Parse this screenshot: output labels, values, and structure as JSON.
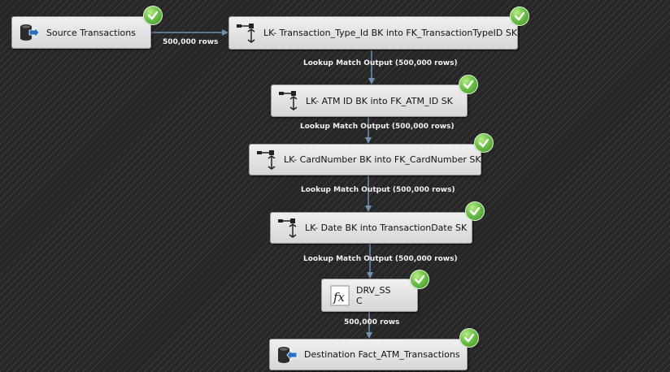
{
  "nodes": [
    {
      "id": "src",
      "label": "Source Transactions",
      "icon": "source-database-icon",
      "status": "success"
    },
    {
      "id": "lk1",
      "label": "LK- Transaction_Type_Id BK into FK_TransactionTypeID SK",
      "icon": "lookup-icon",
      "status": "success"
    },
    {
      "id": "lk2",
      "label": "LK- ATM ID BK into FK_ATM_ID SK",
      "icon": "lookup-icon",
      "status": "success"
    },
    {
      "id": "lk3",
      "label": "LK- CardNumber BK into FK_CardNumber SK",
      "icon": "lookup-icon",
      "status": "success"
    },
    {
      "id": "lk4",
      "label": "LK- Date BK into TransactionDate SK",
      "icon": "lookup-icon",
      "status": "success"
    },
    {
      "id": "drv",
      "label": "DRV_SS\nC",
      "icon": "derived-column-fx-icon",
      "status": "success"
    },
    {
      "id": "dst",
      "label": "Destination Fact_ATM_Transactions",
      "icon": "destination-database-icon",
      "status": "success"
    }
  ],
  "paths": [
    {
      "from": "src",
      "to": "lk1",
      "label": "500,000 rows"
    },
    {
      "from": "lk1",
      "to": "lk2",
      "label": "Lookup Match Output (500,000 rows)"
    },
    {
      "from": "lk2",
      "to": "lk3",
      "label": "Lookup Match Output (500,000 rows)"
    },
    {
      "from": "lk3",
      "to": "lk4",
      "label": "Lookup Match Output (500,000 rows)"
    },
    {
      "from": "lk4",
      "to": "drv",
      "label": "Lookup Match Output (500,000 rows)"
    },
    {
      "from": "drv",
      "to": "dst",
      "label": "500,000 rows"
    }
  ],
  "colors": {
    "path": "#6f8fb3",
    "success": "#5cb836",
    "canvas": "#262626"
  }
}
